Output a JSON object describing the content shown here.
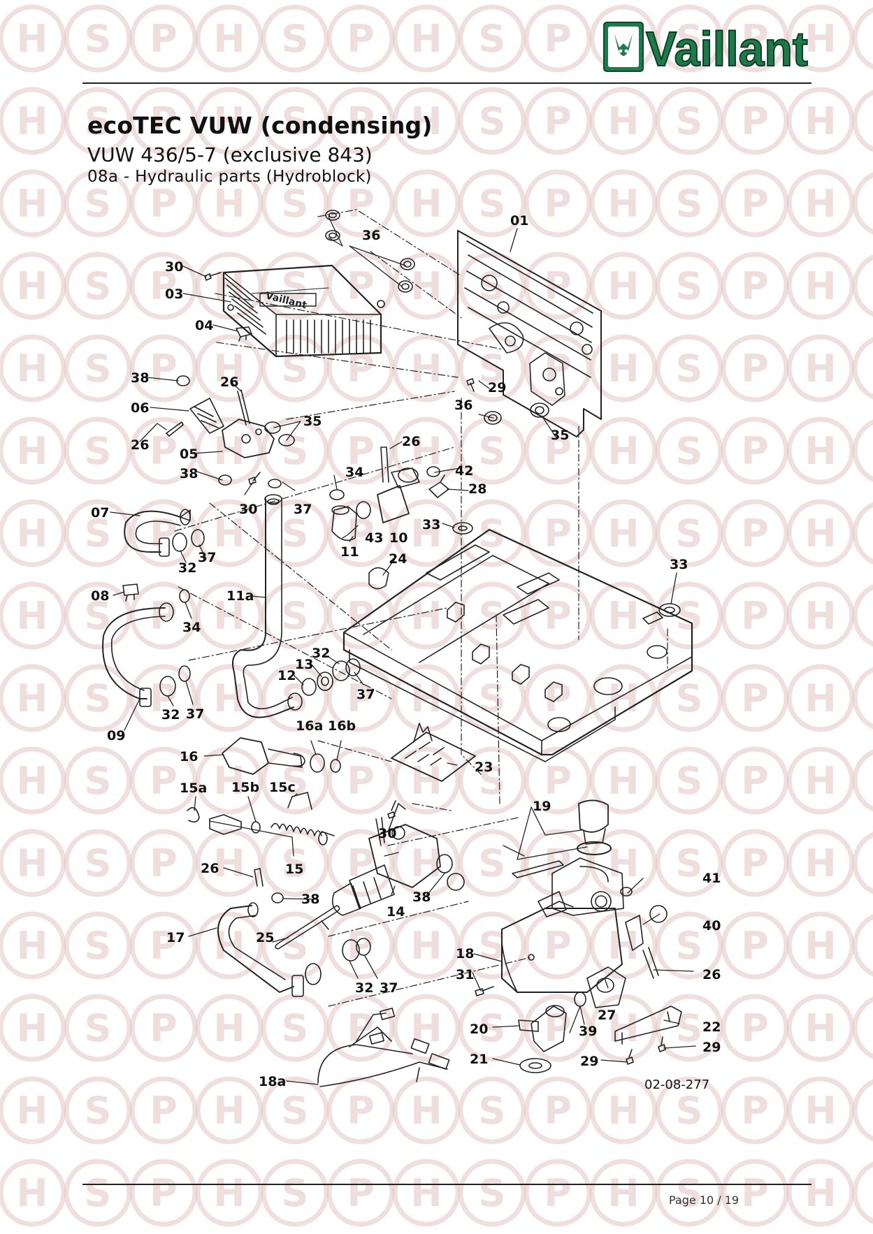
{
  "brand": {
    "name": "Vaillant"
  },
  "header": {
    "title": "ecoTEC VUW (condensing)",
    "subtitle": "VUW 436/5-7 (exclusive 843)",
    "section": "08a - Hydraulic parts (Hydroblock)"
  },
  "watermark": {
    "letters": [
      "H",
      "S",
      "P"
    ],
    "color": "#e2c4c4"
  },
  "colors": {
    "brand_green": "#1e7a4a",
    "line": "#222222"
  },
  "diagram": {
    "drawing_code": "02-08-277",
    "part_labels": [
      "01",
      "03",
      "04",
      "05",
      "06",
      "07",
      "08",
      "09",
      "10",
      "11",
      "11a",
      "12",
      "13",
      "14",
      "15",
      "15a",
      "15b",
      "15c",
      "16",
      "16a",
      "16b",
      "17",
      "18",
      "18a",
      "19",
      "20",
      "21",
      "22",
      "23",
      "24",
      "25",
      "26",
      "27",
      "28",
      "29",
      "30",
      "31",
      "32",
      "33",
      "34",
      "35",
      "36",
      "37",
      "38",
      "39",
      "40",
      "41",
      "42",
      "43"
    ]
  },
  "footer": {
    "page": "Page 10 / 19"
  }
}
